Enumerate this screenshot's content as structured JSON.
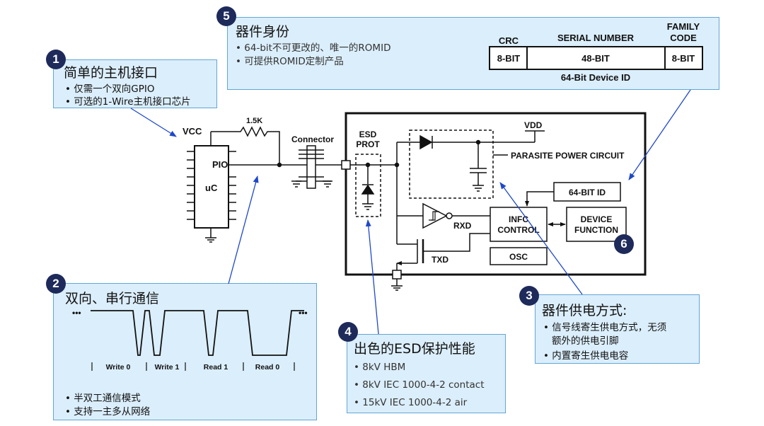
{
  "callouts": {
    "c1": {
      "number": "1",
      "title": "简单的主机接口",
      "bullets": [
        "仅需一个双向GPIO",
        "可选的1-Wire主机接口芯片"
      ]
    },
    "c2": {
      "number": "2",
      "title": "双向、串行通信",
      "bullets": [
        "半双工通信模式",
        "支持一主多从网络"
      ]
    },
    "c3": {
      "number": "3",
      "title": "器件供电方式:",
      "bullets": [
        "信号线寄生供电方式，无须",
        "额外的供电引脚",
        "内置寄生供电电容"
      ]
    },
    "c4": {
      "number": "4",
      "title": "出色的ESD保护性能",
      "bullets": [
        "8kV HBM",
        "8kV IEC 1000-4-2 contact",
        "15kV IEC 1000-4-2 air"
      ]
    },
    "c5": {
      "number": "5",
      "title": "器件身份",
      "bullets": [
        "64-bit不可更改的、唯一的ROMID",
        "可提供ROMID定制产品"
      ]
    },
    "c6": {
      "number": "6"
    }
  },
  "id_table": {
    "headers": [
      "CRC",
      "SERIAL NUMBER",
      "FAMILY",
      "CODE"
    ],
    "cells": [
      "8-BIT",
      "48-BIT",
      "8-BIT"
    ],
    "caption": "64-Bit Device ID"
  },
  "circuit": {
    "vcc": "VCC",
    "resistor": "1.5K",
    "pio": "PIO",
    "uc": "uC",
    "connector": "Connector",
    "esd1": "ESD",
    "esd2": "PROT",
    "vdd": "VDD",
    "parasite": "PARASITE POWER CIRCUIT",
    "id64": "64-BIT ID",
    "infc1": "INFC",
    "infc2": "CONTROL",
    "dev1": "DEVICE",
    "dev2": "FUNCTION",
    "rxd": "RXD",
    "txd": "TXD",
    "osc": "OSC"
  },
  "waveform": {
    "ellipsis": "•••",
    "labels": [
      "Write 0",
      "Write 1",
      "Read 1",
      "Read 0"
    ]
  }
}
